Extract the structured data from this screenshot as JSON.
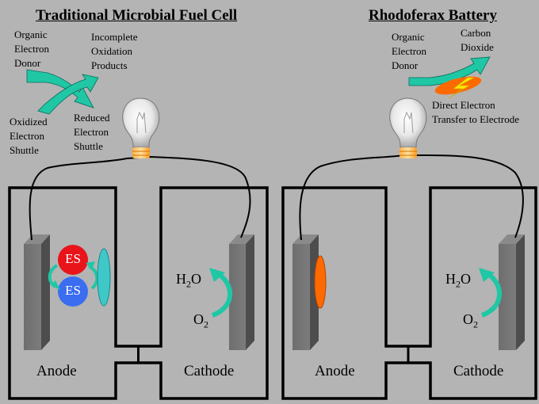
{
  "left": {
    "title": "Traditional Microbial Fuel Cell",
    "organic_donor": [
      "Organic",
      "Electron",
      "Donor"
    ],
    "incomplete_products": [
      "Incomplete",
      "Oxidation",
      "Products"
    ],
    "oxidized_shuttle": [
      "Oxidized",
      "Electron",
      "Shuttle"
    ],
    "reduced_shuttle": [
      "Reduced",
      "Electron",
      "Shuttle"
    ],
    "anode_label": "Anode",
    "cathode_label": "Cathode",
    "es_top": "ES",
    "es_bottom": "ES",
    "h2o": {
      "base": "H",
      "sub": "2",
      "tail": "O"
    },
    "o2": {
      "base": "O",
      "sub": "2"
    }
  },
  "right": {
    "title": "Rhodoferax Battery",
    "organic_donor": [
      "Organic",
      "Electron",
      "Donor"
    ],
    "carbon_dioxide": [
      "Carbon",
      "Dioxide"
    ],
    "direct_transfer": [
      "Direct Electron",
      "Transfer to Electrode"
    ],
    "anode_label": "Anode",
    "cathode_label": "Cathode",
    "h2o": {
      "base": "H",
      "sub": "2",
      "tail": "O"
    },
    "o2": {
      "base": "O",
      "sub": "2"
    }
  },
  "colors": {
    "background": "#b4b4b4",
    "wire": "#000000",
    "electrode": "#707070",
    "arrow_teal": "#1fc7a5",
    "es_red": "#e8141a",
    "es_blue": "#3a6df0",
    "shuttle_cyan": "#3ec8c8",
    "rhodoferax_orange": "#ff6a00",
    "bolt_yellow": "#ffe500"
  }
}
